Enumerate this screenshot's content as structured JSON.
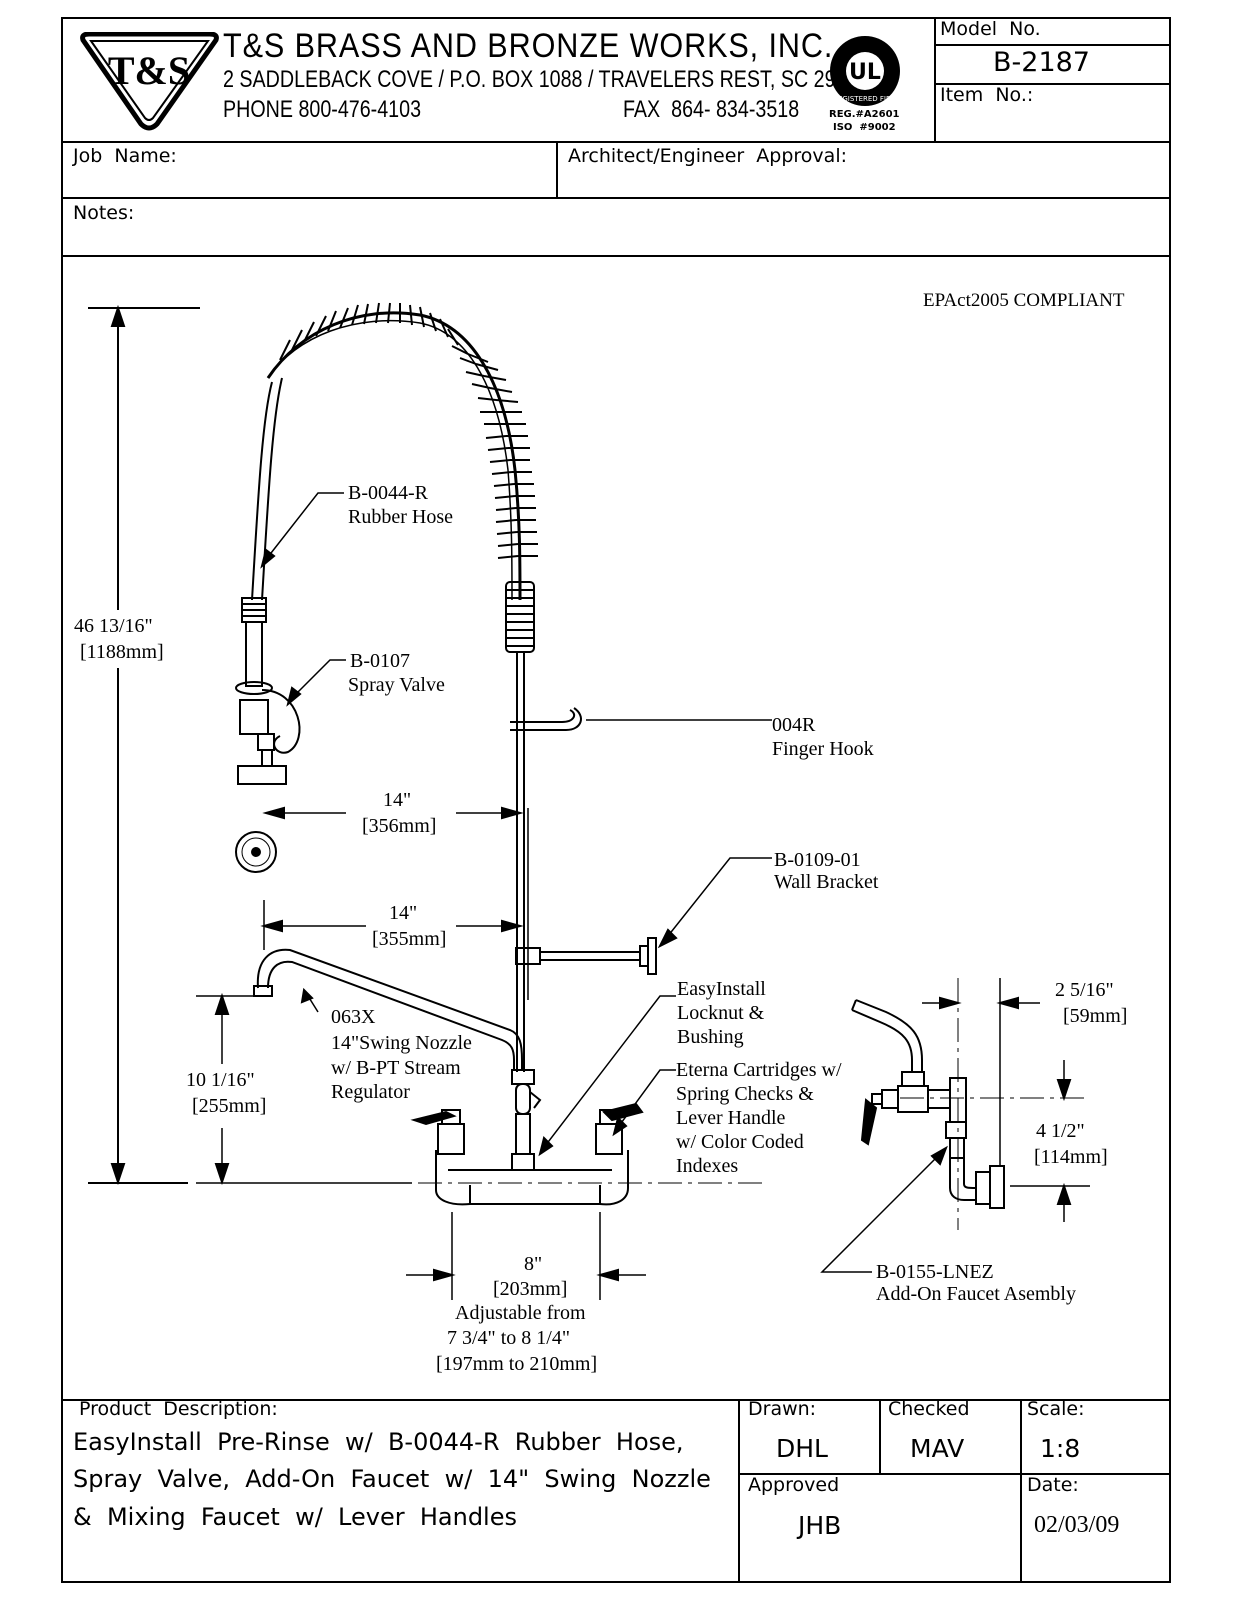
{
  "header": {
    "company": "T&S BRASS AND BRONZE WORKS, INC.",
    "address": "2 SADDLEBACK COVE / P.O. BOX 1088 / TRAVELERS REST, SC 29690",
    "phone": "PHONE 800-476-4103",
    "fax": "FAX  864- 834-3518",
    "logo_text": "T&S",
    "ul_text": "UL",
    "ul_ring": "REGISTERED FIRM",
    "reg": "REG.#A2601",
    "iso": "ISO  #9002",
    "model_label": "Model  No.",
    "model_value": "B-2187",
    "item_label": "Item  No.:"
  },
  "fields": {
    "job_name_label": "Job  Name:",
    "approval_label": "Architect/Engineer  Approval:",
    "notes_label": "Notes:"
  },
  "drawing": {
    "compliance": "EPAct2005 COMPLIANT",
    "height_dim": "46 13/16\"",
    "height_mm": "[1188mm]",
    "hose_part": "B-0044-R",
    "hose_name": "Rubber Hose",
    "spray_part": "B-0107",
    "spray_name": "Spray Valve",
    "hook_part": "004R",
    "hook_name": "Finger Hook",
    "spray_dist": "14\"",
    "spray_dist_mm": "[356mm]",
    "bracket_part": "B-0109-01",
    "bracket_name": "Wall Bracket",
    "nozzle_dist": "14\"",
    "nozzle_dist_mm": "[355mm]",
    "nozzle_part": "063X",
    "nozzle_line1": "14\"Swing Nozzle",
    "nozzle_line2": "w/ B-PT Stream",
    "nozzle_line3": "Regulator",
    "easy_line1": "EasyInstall",
    "easy_line2": "Locknut &",
    "easy_line3": "Bushing",
    "eterna_line1": "Eterna Cartridges w/",
    "eterna_line2": "Spring Checks &",
    "eterna_line3": "Lever Handle",
    "eterna_line4": "w/ Color Coded",
    "eterna_line5": "Indexes",
    "nozzle_height": "10 1/16\"",
    "nozzle_height_mm": "[255mm]",
    "center_dim": "8\"",
    "center_mm": "[203mm]",
    "adj_line1": "Adjustable from",
    "adj_line2": "7 3/4\" to 8 1/4\"",
    "adj_line3": "[197mm to 210mm]",
    "side_width": "2 5/16\"",
    "side_width_mm": "[59mm]",
    "side_height": "4 1/2\"",
    "side_height_mm": "[114mm]",
    "addon_part": "B-0155-LNEZ",
    "addon_name": "Add-On Faucet Asembly"
  },
  "footer": {
    "desc_label": "Product  Description:",
    "desc_line1": "EasyInstall  Pre-Rinse  w/  B-0044-R  Rubber  Hose,",
    "desc_line2": "Spray  Valve,  Add-On  Faucet  w/  14\"  Swing  Nozzle",
    "desc_line3": "&  Mixing  Faucet  w/  Lever  Handles",
    "drawn_label": "Drawn:",
    "drawn_value": "DHL",
    "checked_label": "Checked",
    "checked_value": "MAV",
    "scale_label": "Scale:",
    "scale_value": "1:8",
    "approved_label": "Approved",
    "approved_value": "JHB",
    "date_label": "Date:",
    "date_value": "02/03/09"
  }
}
